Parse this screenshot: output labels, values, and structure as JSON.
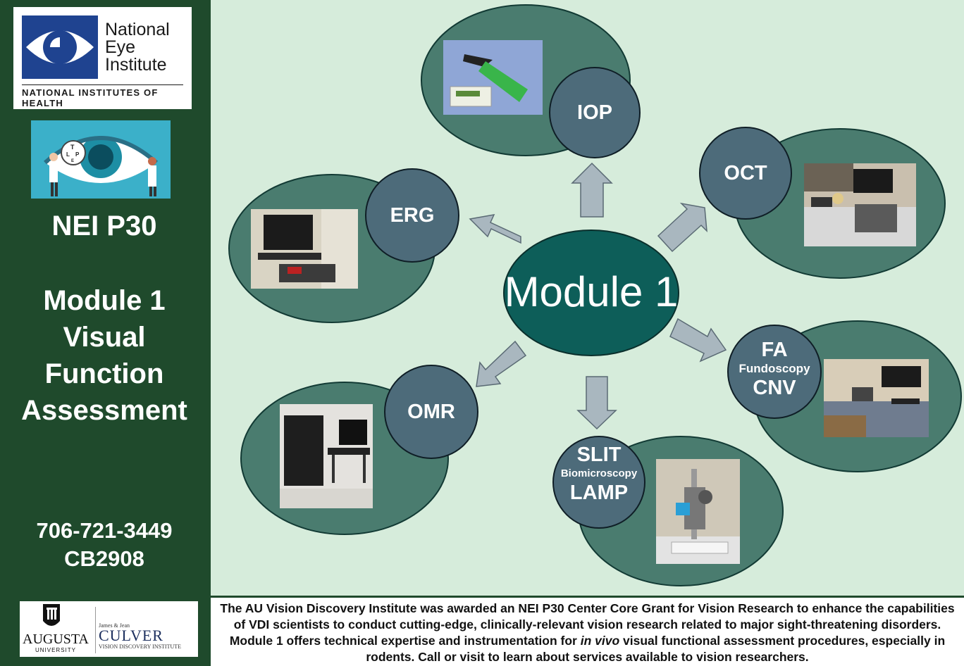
{
  "sidebar": {
    "nei_logo": {
      "line1": "National",
      "line2": "Eye",
      "line3": "Institute",
      "sub": "NATIONAL INSTITUTES OF HEALTH"
    },
    "eye_chart_letters": [
      "T",
      "L",
      "P",
      "E"
    ],
    "title": "NEI P30",
    "module_lines": [
      "Module 1",
      "Visual",
      "Function",
      "Assessment"
    ],
    "phone": "706-721-3449",
    "room": "CB2908",
    "augusta_logo": {
      "name": "AUGUSTA",
      "sub": "UNIVERSITY"
    },
    "culver_logo": {
      "small": "James & Jean",
      "name": "CULVER",
      "sub": "VISION DISCOVERY INSTITUTE"
    }
  },
  "diagram": {
    "center": "Module 1",
    "nodes": {
      "iop": {
        "label": "IOP"
      },
      "oct": {
        "label": "OCT"
      },
      "erg": {
        "label": "ERG"
      },
      "fa": {
        "line1": "FA",
        "line2": "Fundoscopy",
        "line3": "CNV"
      },
      "omr": {
        "label": "OMR"
      },
      "slit": {
        "line1": "SLIT",
        "line2": "Biomicroscopy",
        "line3": "LAMP"
      }
    }
  },
  "footer": {
    "before_italic": "The AU Vision Discovery Institute was awarded an NEI P30 Center Core Grant for Vision Research to enhance the capabilities of VDI scientists to conduct cutting-edge, clinically-relevant vision research related to major sight-threatening disorders.  Module 1 offers technical expertise and instrumentation for ",
    "italic": "in vivo",
    "after_italic": " visual functional assessment procedures, especially in rodents. Call or visit to learn about services available to vision researchers."
  },
  "colors": {
    "sidebar_bg": "#1f4a2c",
    "main_bg": "#d6ecdb",
    "ellipse_fill": "#4a7c6f",
    "circle_fill": "#4d6b7a",
    "center_fill": "#0d5e59",
    "arrow_fill": "#a9b7bf",
    "nei_blue": "#1f4390"
  }
}
